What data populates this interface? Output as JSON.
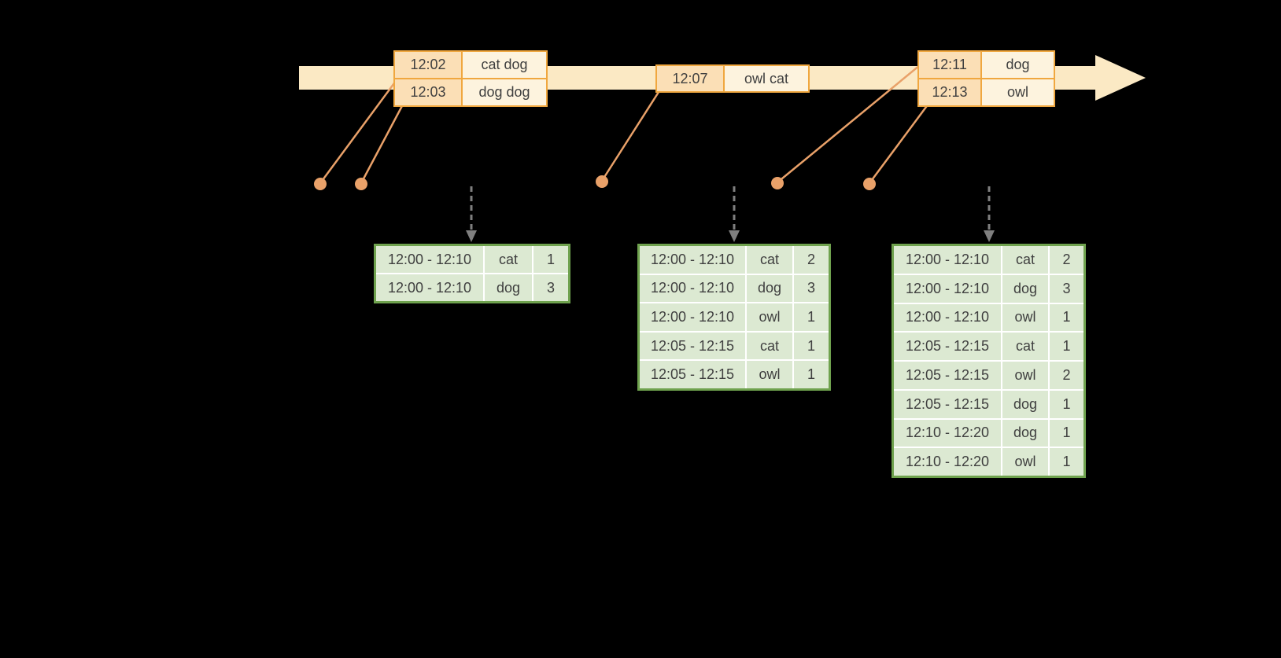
{
  "diagram": {
    "background": "#000000",
    "colors": {
      "timeline_fill": "#FBE9C4",
      "event_table_border": "#F0A73F",
      "event_time_cell_bg": "#FBDFB6",
      "event_words_cell_bg": "#FDF3DE",
      "connector": "#E9A169",
      "trigger_arrow": "#7F7F7F",
      "result_table_border": "#6FA24E",
      "result_cell_bg": "#DCE9D2",
      "text": "#3F3F3F"
    },
    "event_tables": [
      {
        "rows": [
          [
            "12:02",
            "cat dog"
          ],
          [
            "12:03",
            "dog dog"
          ]
        ]
      },
      {
        "rows": [
          [
            "12:07",
            "owl cat"
          ]
        ]
      },
      {
        "rows": [
          [
            "12:11",
            "dog"
          ],
          [
            "12:13",
            "owl"
          ]
        ]
      }
    ],
    "result_tables": [
      {
        "rows": [
          [
            "12:00 - 12:10",
            "cat",
            "1"
          ],
          [
            "12:00 - 12:10",
            "dog",
            "3"
          ]
        ]
      },
      {
        "rows": [
          [
            "12:00 - 12:10",
            "cat",
            "2"
          ],
          [
            "12:00 - 12:10",
            "dog",
            "3"
          ],
          [
            "12:00 - 12:10",
            "owl",
            "1"
          ],
          [
            "12:05 - 12:15",
            "cat",
            "1"
          ],
          [
            "12:05 - 12:15",
            "owl",
            "1"
          ]
        ]
      },
      {
        "rows": [
          [
            "12:00 - 12:10",
            "cat",
            "2"
          ],
          [
            "12:00 - 12:10",
            "dog",
            "3"
          ],
          [
            "12:00 - 12:10",
            "owl",
            "1"
          ],
          [
            "12:05 - 12:15",
            "cat",
            "1"
          ],
          [
            "12:05 - 12:15",
            "owl",
            "2"
          ],
          [
            "12:05 - 12:15",
            "dog",
            "1"
          ],
          [
            "12:10 - 12:20",
            "dog",
            "1"
          ],
          [
            "12:10 - 12:20",
            "owl",
            "1"
          ]
        ]
      }
    ]
  }
}
